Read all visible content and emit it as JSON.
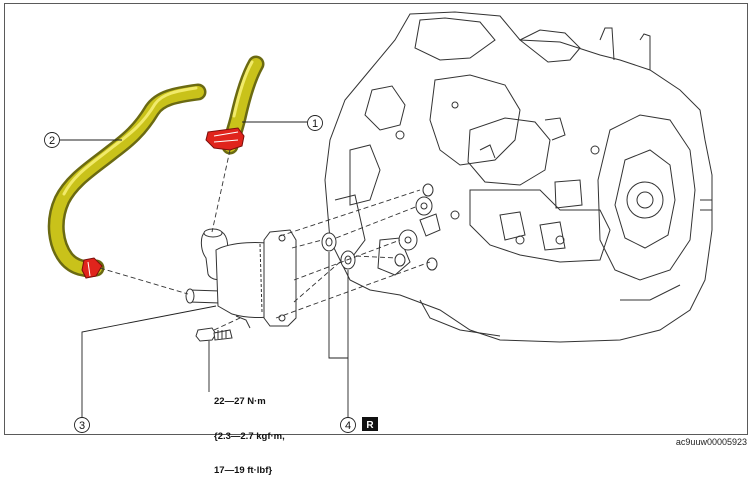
{
  "callouts": [
    {
      "id": "1",
      "label": "1"
    },
    {
      "id": "2",
      "label": "2"
    },
    {
      "id": "3",
      "label": "3"
    },
    {
      "id": "4",
      "label": "4"
    }
  ],
  "replace_badge": "R",
  "torque_spec": {
    "line1": "22—27 N·m",
    "line2": "{2.3—2.7 kgf·m,",
    "line3": "17—19 ft·lbf}"
  },
  "image_id": "ac9uuw00005923",
  "colors": {
    "hose": "#c9c21a",
    "hose_shadow": "#6b6a12",
    "clamp": "#e0241c",
    "line": "#333333"
  }
}
